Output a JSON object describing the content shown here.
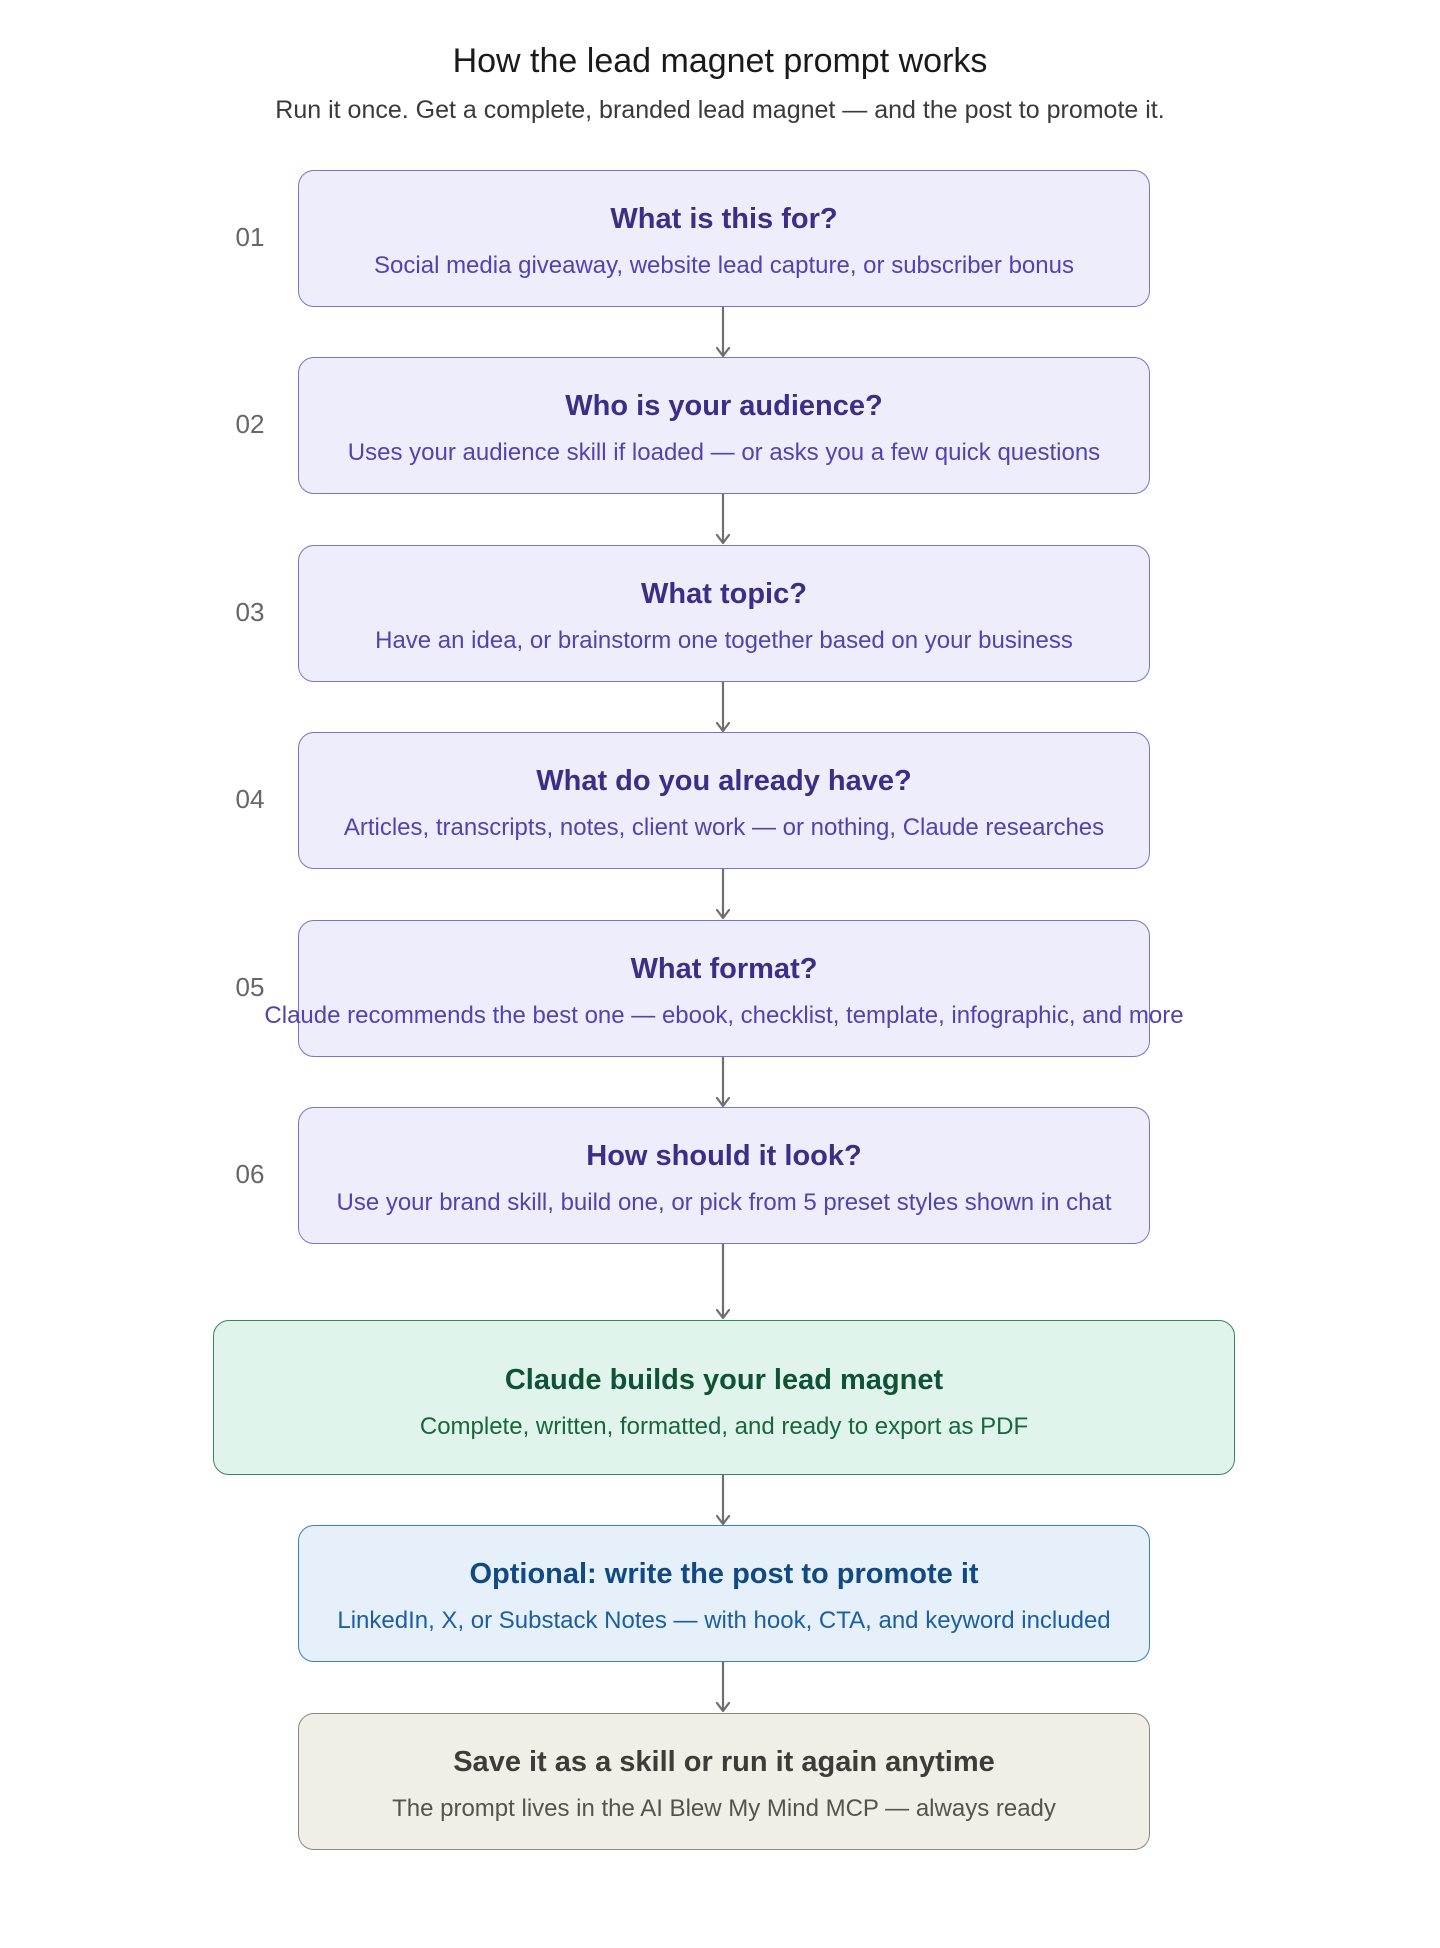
{
  "header": {
    "title": "How the lead magnet prompt works",
    "subtitle": "Run it once. Get a complete, branded lead magnet — and the post to promote it."
  },
  "steps": [
    {
      "num": "01",
      "title": "What is this for?",
      "desc": "Social media giveaway, website lead capture, or subscriber bonus"
    },
    {
      "num": "02",
      "title": "Who is your audience?",
      "desc": "Uses your audience skill if loaded — or asks you a few quick questions"
    },
    {
      "num": "03",
      "title": "What topic?",
      "desc": "Have an idea, or brainstorm one together based on your business"
    },
    {
      "num": "04",
      "title": "What do you already have?",
      "desc": "Articles, transcripts, notes, client work — or nothing, Claude researches"
    },
    {
      "num": "05",
      "title": "What format?",
      "desc": "Claude recommends the best one — ebook, checklist, template, infographic, and more"
    },
    {
      "num": "06",
      "title": "How should it look?",
      "desc": "Use your brand skill, build one, or pick from 5 preset styles shown in chat"
    }
  ],
  "build": {
    "title": "Claude builds your lead magnet",
    "desc": "Complete, written, formatted, and ready to export as PDF"
  },
  "optional": {
    "title": "Optional: write the post to promote it",
    "desc": "LinkedIn, X, or Substack Notes — with hook, CTA, and keyword included"
  },
  "save": {
    "title": "Save it as a skill or run it again anytime",
    "desc": "The prompt lives in the AI Blew My Mind MCP — always ready"
  },
  "colors": {
    "step_fill": "#eeedfb",
    "step_border": "#7b74c9",
    "build_fill": "#e1f4ec",
    "build_border": "#2f8a60",
    "optional_fill": "#e6f0fa",
    "optional_border": "#3d80c2",
    "save_fill": "#f1eee7",
    "save_border": "#8b8780",
    "arrow": "#6f6f6f"
  }
}
